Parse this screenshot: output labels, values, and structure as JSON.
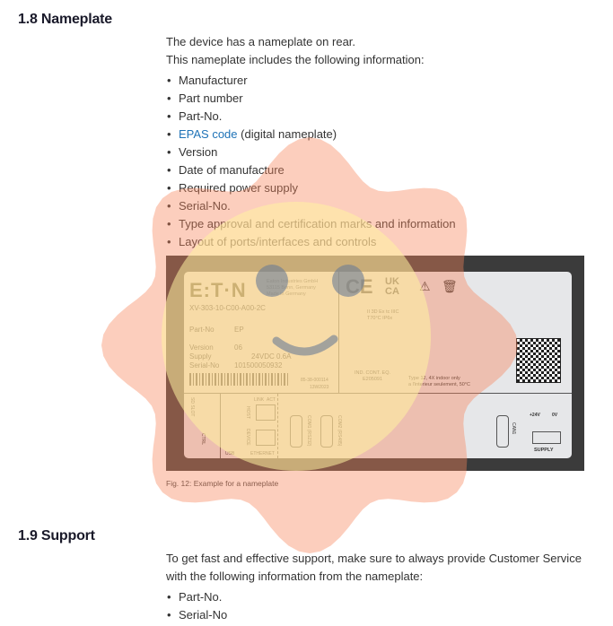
{
  "section1": {
    "title": "1.8 Nameplate",
    "intro": [
      "The device has a nameplate on rear.",
      "This nameplate includes the following information:"
    ],
    "items": [
      "Manufacturer",
      "Part number",
      "Part-No."
    ],
    "epas_link": "EPAS code",
    "epas_rest": " (digital nameplate)",
    "items2": [
      "Version",
      "Date of manufacture",
      "Required power supply",
      "Serial-No.",
      "Type approval and certification marks and information",
      "Layout of ports/interfaces and controls"
    ]
  },
  "nameplate": {
    "brand": "E:T·N",
    "address": [
      "Eaton Industries GmbH",
      "53115 Bonn, Germany",
      "Made in Germany"
    ],
    "model": "XV-303-10-C00-A00-2C",
    "part_label": "Part-No",
    "part_value": "EP",
    "version_label": "Version",
    "version_value": "06",
    "supply_label": "Supply",
    "supply_value": "24VDC 0.6A",
    "serial_label": "Serial-No",
    "serial_value": "101500050932",
    "code1": "85-38-000114",
    "code2": "13W2023",
    "ce": "CE",
    "ukca": "UK CA",
    "ex": "II 3D Ex tc IIIC",
    "ex2": "T70°C IP6x",
    "ind": "IND. CONT. EQ.",
    "ind2": "E205091",
    "type": "Type 12, 4X indoor only",
    "type2": "a l'interieur seulement, 50°C",
    "ports": {
      "sd": "SD SLOT",
      "ctrl": "CTRL",
      "host": "HOST",
      "device": "DEVICE",
      "usb": "USB",
      "link": "LINK",
      "act": "ACT",
      "eth": "ETHERNET",
      "com1": "COM1 (RS232)",
      "com2": "COM2 (RS485)",
      "can": "CAN1",
      "p24": "+24V",
      "p0": "0V",
      "supply": "SUPPLY"
    }
  },
  "caption": "Fig. 12: Example for a nameplate",
  "section2": {
    "title": "1.9 Support",
    "intro": [
      "To get fast and effective support, make sure to always provide Customer Service",
      "with the following information from the nameplate:"
    ],
    "items": [
      "Part-No.",
      "Serial-No"
    ]
  }
}
